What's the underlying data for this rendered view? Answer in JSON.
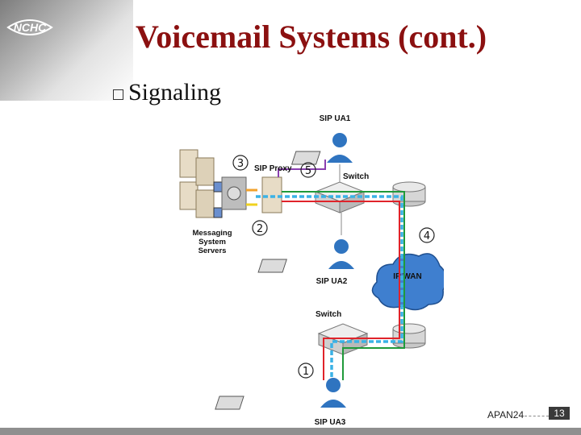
{
  "slide": {
    "title": "Voicemail Systems (cont.)",
    "bullet": "Signaling",
    "logo_text": "NCHC",
    "footer_text": "APAN24",
    "page_number": "13"
  },
  "diagram": {
    "labels": {
      "ua1": "SIP UA1",
      "ua2": "SIP UA2",
      "ua3": "SIP UA3",
      "proxy": "SIP Proxy",
      "switch_top": "Switch",
      "switch_bottom": "Switch",
      "wan": "IP WAN",
      "msg1": "Messaging",
      "msg2": "System",
      "msg3": "Servers"
    },
    "steps": [
      "1",
      "2",
      "3",
      "4",
      "5"
    ],
    "colors": {
      "red": "#e0232a",
      "green": "#1f9a3a",
      "cyan": "#3ab2e6",
      "purple": "#8a3fb0",
      "orange": "#f2a22c",
      "yellow": "#f0d21f",
      "title": "#8b1010"
    }
  }
}
